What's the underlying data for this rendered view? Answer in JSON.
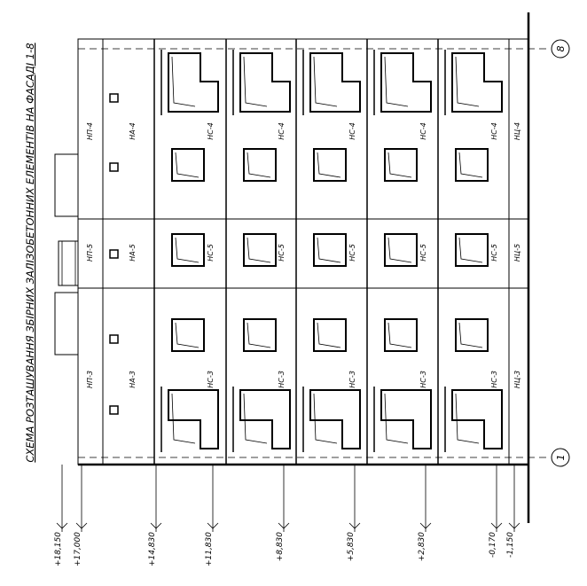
{
  "title": "СХЕМА РОЗТАШУВАННЯ ЗБІРНИХ ЗАЛІЗОБЕТОННИХ ЕЛЕМЕНТІВ НА ФАСАДІ 1-8",
  "axes": [
    {
      "id": "axis-1",
      "label": "1"
    },
    {
      "id": "axis-8",
      "label": "8"
    }
  ],
  "elevations": [
    "+18,150",
    "+17,000",
    "+14,830",
    "+11,830",
    "+8,830",
    "+5,830",
    "+2,830",
    "-0,170",
    "-1,150"
  ],
  "panel_rows": [
    {
      "row": "top",
      "columns": [
        {
          "id": "parapet",
          "labels": [
            "НП-4",
            "НП-5",
            "НП-3"
          ]
        },
        {
          "id": "attic",
          "labels": [
            "НА-4",
            "НА-5",
            "НА-3"
          ]
        },
        {
          "id": "floor-5",
          "labels": [
            "НС-4",
            "НС-5",
            "НС-3"
          ]
        },
        {
          "id": "floor-4",
          "labels": [
            "НС-4",
            "НС-5",
            "НС-3"
          ]
        },
        {
          "id": "floor-3",
          "labels": [
            "НС-4",
            "НС-5",
            "НС-3"
          ]
        },
        {
          "id": "floor-2",
          "labels": [
            "НС-4",
            "НС-5",
            "НС-3"
          ]
        },
        {
          "id": "floor-1",
          "labels": [
            "НС-4",
            "НС-5",
            "НС-3"
          ]
        },
        {
          "id": "plinth",
          "labels": [
            "НЦ-4",
            "НЦ-5",
            "НЦ-3"
          ]
        }
      ]
    }
  ],
  "colors": {
    "line": "#000000",
    "background": "#ffffff"
  }
}
